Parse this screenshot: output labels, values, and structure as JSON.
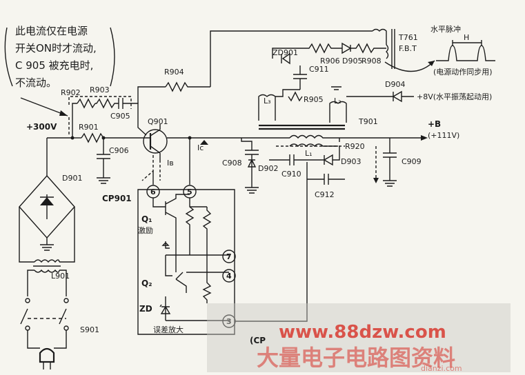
{
  "note_lines": [
    "此电流仅在电源",
    "开关ON时才流动,",
    "C 905 被充电时,",
    "不流动。"
  ],
  "labels": {
    "v300": "+300V",
    "r902": "R902",
    "r903": "R903",
    "r904": "R904",
    "r901": "R901",
    "c905": "C905",
    "c906": "C906",
    "q901": "Q901",
    "ib": "Iʙ",
    "ic": "Ic",
    "d901": "D901",
    "l901": "L901",
    "s901": "S901",
    "cp901": "CP901",
    "q1": "Q₁",
    "q1_text": "激励",
    "q2": "Q₂",
    "zd": "ZD",
    "error_amp": "误差放大",
    "zd901": "ZD901",
    "r906": "R906",
    "d905": "D905",
    "r908": "R908",
    "c911": "C911",
    "t761": "T761",
    "fbt": "F.B.T",
    "pulse_title": "水平脉冲",
    "pulse_h": "H",
    "pulse_note": "(电源动作同步用)",
    "l3": "L₃",
    "l2": "L₂",
    "l1": "L₁",
    "r905": "R905",
    "d904": "D904",
    "v8": "+8V(水平振荡起动用)",
    "t901": "T901",
    "plus_b": "+B",
    "plus_b_v": "(+111V)",
    "c908": "C908",
    "d902": "D902",
    "c910": "C910",
    "c912": "C912",
    "r920": "R920",
    "d903": "D903",
    "c909": "C909",
    "bottom_code": "(CP"
  },
  "pins": [
    "6",
    "5",
    "7",
    "4",
    "3"
  ],
  "watermark": {
    "url": "www.88dzw.com",
    "cn": "大量电子电路图资料",
    "sub": "dianzi.com"
  },
  "colors": {
    "ink": "#1b1b1b",
    "watermark": "#d8342b",
    "paper": "#f6f5ef"
  }
}
